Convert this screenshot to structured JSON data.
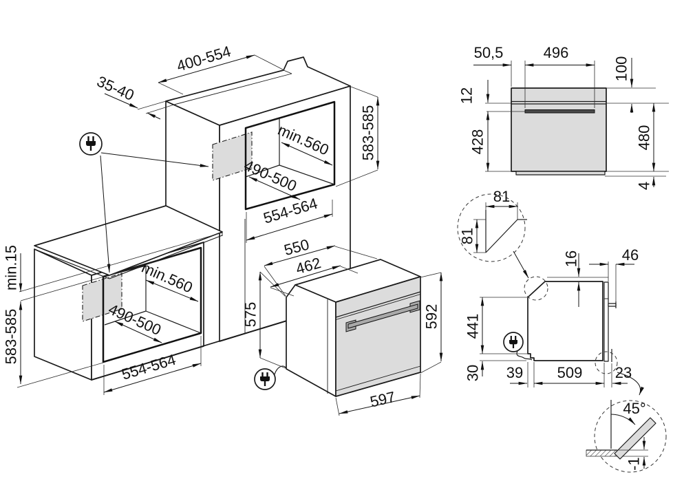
{
  "document": {
    "type": "installation-diagram",
    "units": "mm",
    "colors": {
      "line": "#1a1a1a",
      "panel_gray": "#dcdcdc",
      "bracket_dark": "#4a4a4a",
      "background": "#ffffff"
    }
  },
  "icons": {
    "power_plug": "power-plug-icon"
  },
  "cabinet_column": {
    "top_width": "400-554",
    "rear_trim_depth": "35-40",
    "niche_depth": "min.560",
    "rail_spacing": "490-500",
    "niche_width": "554-564",
    "niche_height": "583-585"
  },
  "cabinet_base": {
    "worktop_gap": "min.15",
    "niche_height": "583-585",
    "niche_depth": "min.560",
    "rail_spacing": "490-500",
    "niche_width": "554-564"
  },
  "oven": {
    "depth_total": "550",
    "depth_body": "462",
    "height_body": "575",
    "height_front": "592",
    "width_front": "597"
  },
  "rear_view": {
    "offset_left": "50,5",
    "bracket_width": "496",
    "top_offset": "100",
    "bracket_drop": "12",
    "height_below_bracket": "428",
    "height_total": "480",
    "base_height": "4"
  },
  "side_view": {
    "chamfer_width": "81",
    "chamfer_height": "81",
    "top_clearance": "16",
    "front_clearance": "46",
    "rear_height": "441",
    "bottom_clearance": "30",
    "bottom_rear": "39",
    "bottom_depth": "509",
    "bottom_front": "23",
    "plinth_angle": "45°",
    "plinth_overlap": "-1"
  }
}
